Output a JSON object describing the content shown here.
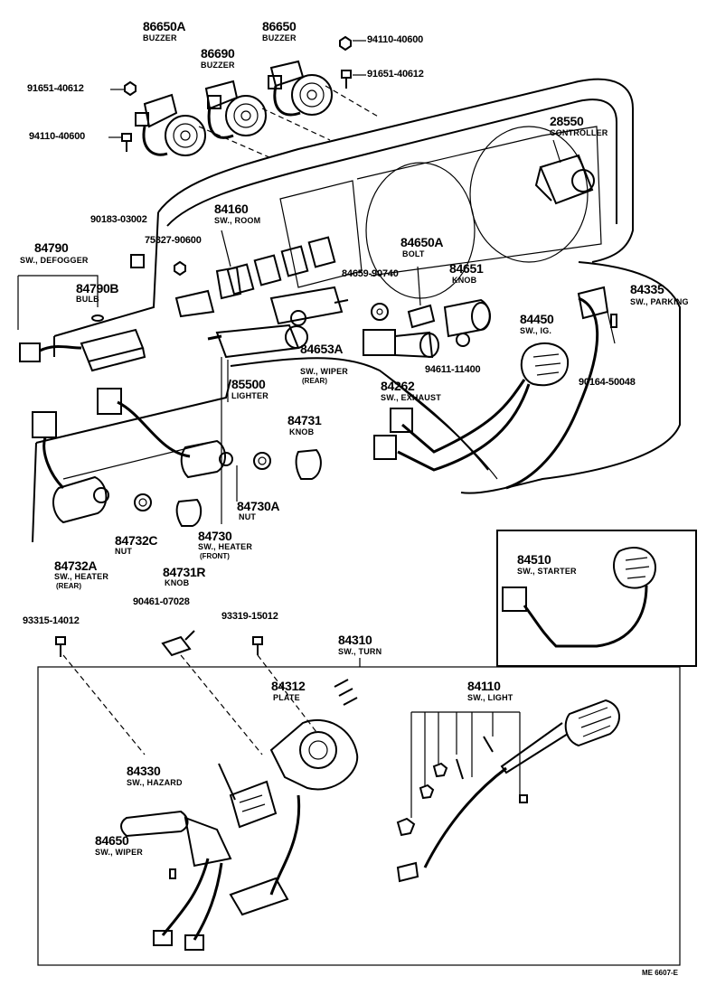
{
  "labels": {
    "buzzer_a": {
      "num": "86650A",
      "name": "BUZZER"
    },
    "buzzer_b": {
      "num": "86690",
      "name": "BUZZER"
    },
    "buzzer_c": {
      "num": "86650",
      "name": "BUZZER"
    },
    "nut_top_right": "94110-40600",
    "bolt_top_right": "91651-40612",
    "bolt_top_left": "91651-40612",
    "nut_top_left": "94110-40600",
    "controller": {
      "num": "28550",
      "name": "CONTROLLER"
    },
    "room_switch": {
      "num": "84160",
      "name": "SW., ROOM"
    },
    "part_90183": "90183-03002",
    "part_75327": "75327-90600",
    "defogger_switch": {
      "num": "84790",
      "name": "SW., DEFOGGER"
    },
    "bulb": {
      "num": "84790B",
      "name": "BULB"
    },
    "bolt_84650a": {
      "num": "84650A",
      "name": "BOLT"
    },
    "part_84659": "84659-90740",
    "knob_84651": {
      "num": "84651",
      "name": "KNOB"
    },
    "parking_switch": {
      "num": "84335",
      "name": "SW., PARKING"
    },
    "ig_switch": {
      "num": "84450",
      "name": "SW., IG."
    },
    "rear_wiper_switch": {
      "num": "84653A",
      "name": "SW., WIPER",
      "note": "(REAR)"
    },
    "lighter": {
      "num": "85500",
      "name": "LIGHTER"
    },
    "part_94611": "94611-11400",
    "exhaust_switch": {
      "num": "84262",
      "name": "SW., EXHAUST"
    },
    "part_90164": "90164-50048",
    "knob_84731": {
      "num": "84731",
      "name": "KNOB"
    },
    "nut_84730a": {
      "num": "84730A",
      "name": "NUT"
    },
    "nut_84732c": {
      "num": "84732C",
      "name": "NUT"
    },
    "front_heater_switch": {
      "num": "84730",
      "name": "SW., HEATER",
      "note": "(FRONT)"
    },
    "rear_heater_switch": {
      "num": "84732A",
      "name": "SW., HEATER",
      "note": "(REAR)"
    },
    "knob_84731r": {
      "num": "84731R",
      "name": "KNOB"
    },
    "starter_switch": {
      "num": "84510",
      "name": "SW., STARTER"
    },
    "part_93315": "93315-14012",
    "part_90461": "90461-07028",
    "part_93319": "93319-15012",
    "turn_switch": {
      "num": "84310",
      "name": "SW., TURN"
    },
    "plate": {
      "num": "84312",
      "name": "PLATE"
    },
    "light_switch": {
      "num": "84110",
      "name": "SW., LIGHT"
    },
    "hazard_switch": {
      "num": "84330",
      "name": "SW., HAZARD"
    },
    "wiper_switch": {
      "num": "84650",
      "name": "SW., WIPER"
    },
    "figure_code": "ME 6607-E"
  }
}
